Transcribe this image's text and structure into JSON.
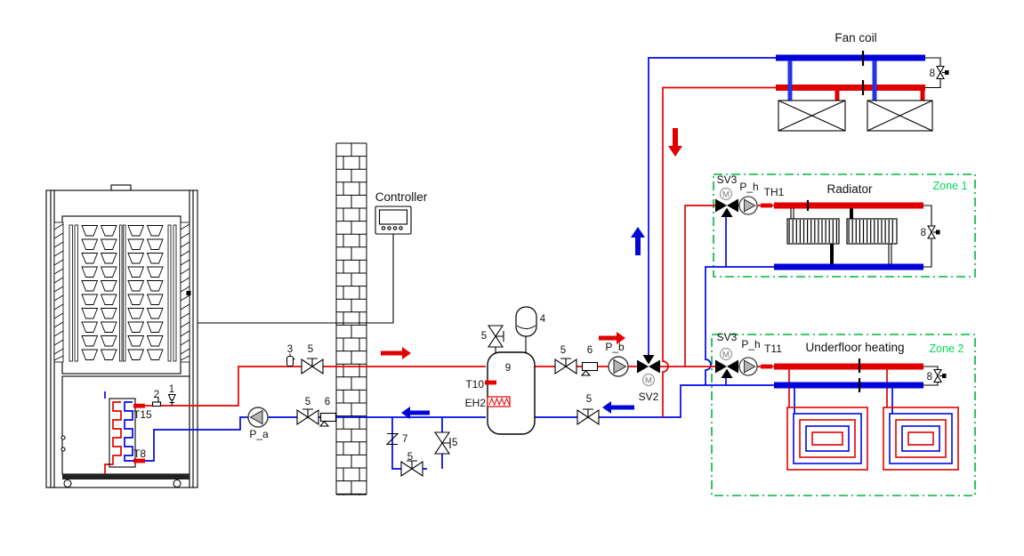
{
  "labels": {
    "controller": "Controller",
    "fan_coil": "Fan coil",
    "radiator": "Radiator",
    "underfloor_heating": "Underfloor heating",
    "zone1": "Zone 1",
    "zone2": "Zone 2"
  },
  "components": {
    "num_1": "1",
    "num_2": "2",
    "air_vent": "3",
    "expansion_vessel": "4",
    "shutoff_valve": "5",
    "check_valve": "6",
    "filter": "7",
    "balancing_valve": "8",
    "buffer_tank": "9",
    "pump_a": "P_a",
    "pump_b": "P_b",
    "pump_h": "P_h",
    "valve_sv2": "SV2",
    "valve_sv3": "SV3",
    "motor": "M",
    "sensor_t15": "T15",
    "sensor_t8": "T8",
    "sensor_t10": "T10",
    "sensor_t11": "T11",
    "sensor_th1": "TH1",
    "heater_eh2": "EH2"
  },
  "colors": {
    "supply_line": "#e60000",
    "return_line": "#0008e8",
    "zone_border": "#00b33c",
    "zone_text": "#00da55"
  }
}
